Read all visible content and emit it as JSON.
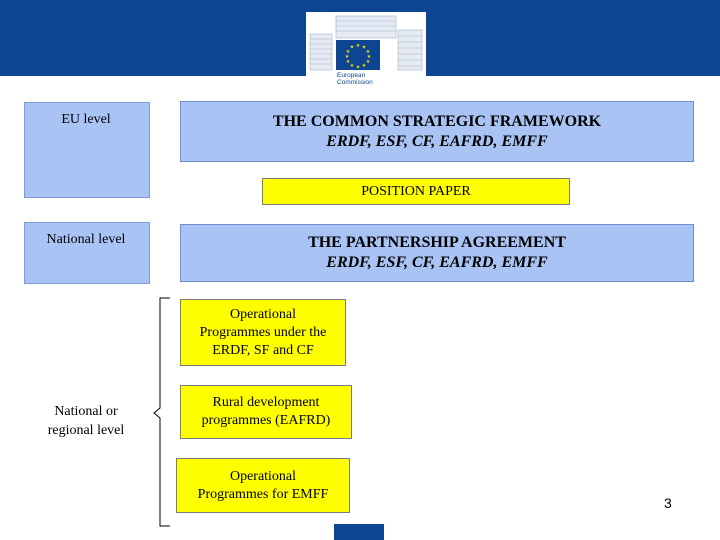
{
  "branding": {
    "logo_lines": [
      "European",
      "Commission"
    ],
    "brand_color": "#0d4593"
  },
  "levels": {
    "eu": "EU level",
    "national": "National level",
    "regional": [
      "National or",
      "regional level"
    ]
  },
  "csf": {
    "title": "THE COMMON STRATEGIC FRAMEWORK",
    "funds": "ERDF, ESF, CF, EAFRD, EMFF"
  },
  "position_paper": "POSITION PAPER",
  "partnership": {
    "title": "THE PARTNERSHIP AGREEMENT",
    "funds": "ERDF, ESF, CF, EAFRD, EMFF"
  },
  "programmes": [
    {
      "lines": [
        "Operational",
        "Programmes under the",
        "ERDF, SF and CF"
      ]
    },
    {
      "lines": [
        "Rural development",
        "programmes (EAFRD)"
      ]
    },
    {
      "lines": [
        "Operational",
        "Programmes for EMFF"
      ]
    }
  ],
  "page_number": "3",
  "colors": {
    "blue_box": "#a9c3f4",
    "yellow_box": "#ffff00"
  }
}
